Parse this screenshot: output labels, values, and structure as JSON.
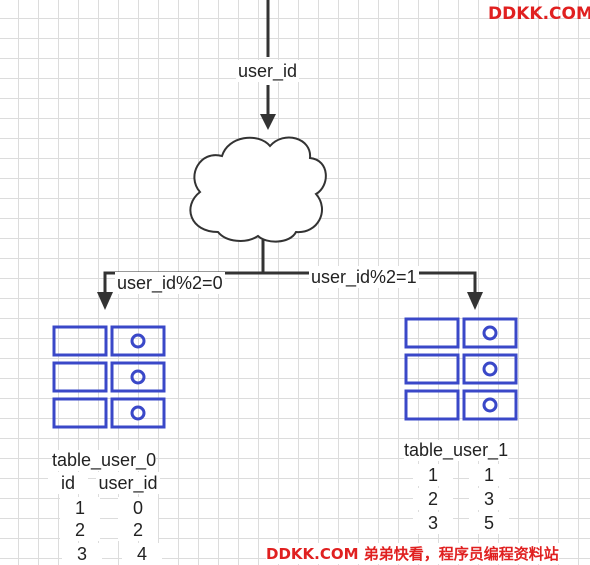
{
  "watermark_top": "DDKK.COM",
  "watermark_bottom": "DDKK.COM 弟弟快看，程序员编程资料站",
  "input_label": "user_id",
  "branches": {
    "left_condition": "user_id%2=0",
    "right_condition": "user_id%2=1"
  },
  "tables": [
    {
      "name": "table_user_0",
      "columns": [
        "id",
        "user_id"
      ],
      "rows": [
        [
          "1",
          "0"
        ],
        [
          "2",
          "2"
        ],
        [
          "3",
          "4"
        ]
      ]
    },
    {
      "name": "table_user_1",
      "columns": [],
      "rows": [
        [
          "1",
          "1"
        ],
        [
          "2",
          "3"
        ],
        [
          "3",
          "5"
        ]
      ]
    }
  ],
  "colors": {
    "db_icon": "#3a48c8",
    "arrows": "#333333",
    "watermark": "#e02020"
  }
}
